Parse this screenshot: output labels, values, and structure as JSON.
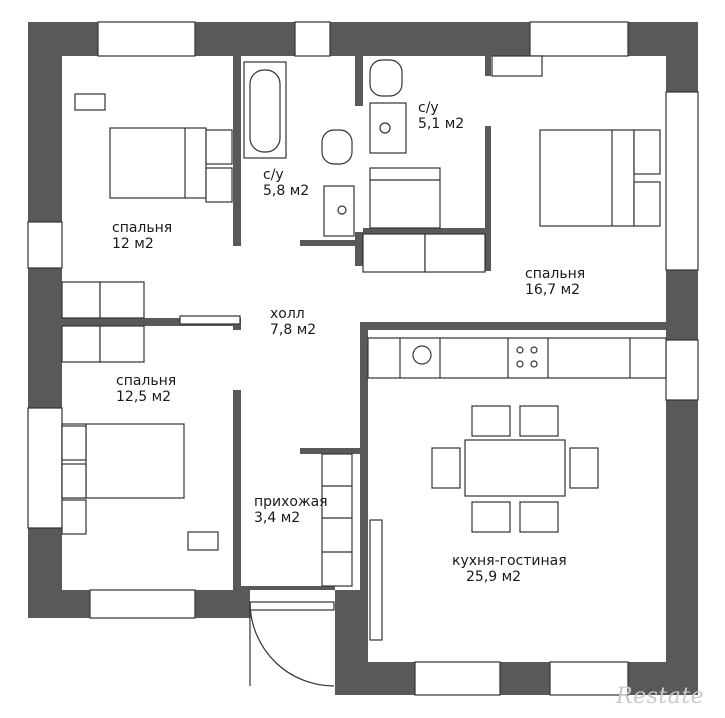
{
  "rooms": [
    {
      "id": "bedroom-1",
      "name": "спальня",
      "area": "12 м2"
    },
    {
      "id": "bathroom-1",
      "name": "с/у",
      "area": "5,8 м2"
    },
    {
      "id": "bathroom-2",
      "name": "с/у",
      "area": "5,1 м2"
    },
    {
      "id": "bedroom-2",
      "name": "спальня",
      "area": "16,7 м2"
    },
    {
      "id": "hall",
      "name": "холл",
      "area": "7,8 м2"
    },
    {
      "id": "bedroom-3",
      "name": "спальня",
      "area": "12,5 м2"
    },
    {
      "id": "entrance",
      "name": "прихожая",
      "area": "3,4 м2"
    },
    {
      "id": "kitchen-living",
      "name": "кухня-гостиная",
      "area": "25,9 м2"
    }
  ],
  "watermark": "Restate",
  "colors": {
    "wall": "#595959",
    "line": "#333333",
    "background": "#ffffff"
  }
}
